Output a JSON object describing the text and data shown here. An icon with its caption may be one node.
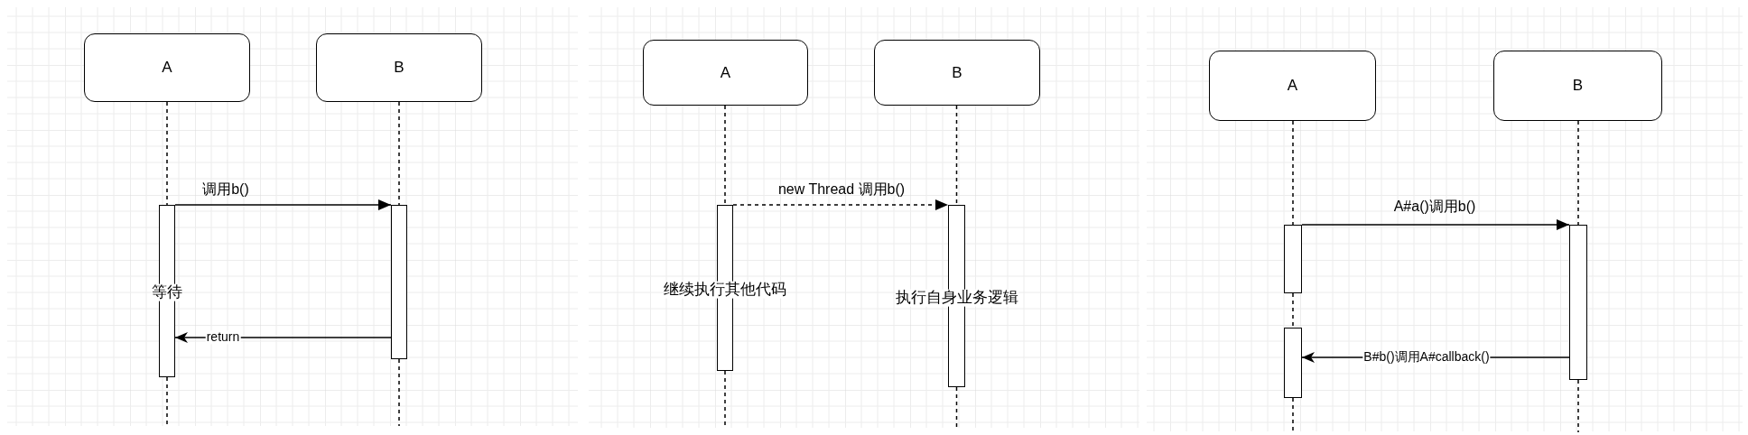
{
  "diagram": {
    "nodes": [
      {
        "text": [
          "A"
        ]
      },
      {
        "text": [
          "B"
        ]
      },
      {
        "text": [
          "等待"
        ]
      },
      {
        "text": [],
        "shape": "bar"
      },
      {
        "text": [
          "A"
        ]
      },
      {
        "text": [
          "B"
        ]
      },
      {
        "text": [
          "继续执行其他代码"
        ]
      },
      {
        "text": [
          "执行自身业务逻辑"
        ]
      },
      {
        "text": [
          "A"
        ]
      },
      {
        "text": [
          "B"
        ]
      },
      {
        "text": [],
        "shape": "bar"
      },
      {
        "text": [],
        "shape": "bar"
      },
      {
        "text": [],
        "shape": "bar"
      }
    ],
    "edges": [
      {
        "from": 0,
        "to": 2,
        "arrow": "none",
        "style": "dashed"
      },
      {
        "from": 1,
        "to": 3,
        "arrow": "none",
        "style": "dashed"
      },
      {
        "from": 2,
        "to": 3,
        "arrow": "to",
        "label": "调用b()"
      },
      {
        "from": 3,
        "to": 2,
        "arrow": "to",
        "label": "return"
      },
      {
        "from": 4,
        "to": 6,
        "arrow": "none",
        "style": "dashed"
      },
      {
        "from": 5,
        "to": 7,
        "arrow": "none",
        "style": "dashed"
      },
      {
        "from": 6,
        "to": 7,
        "arrow": "to",
        "label": "new Thread 调用b()",
        "style": "dashed"
      },
      {
        "from": 8,
        "to": 10,
        "arrow": "none",
        "style": "dashed"
      },
      {
        "from": 9,
        "to": 11,
        "arrow": "none",
        "style": "dashed"
      },
      {
        "from": 10,
        "to": 12,
        "arrow": "none",
        "style": "dashed"
      },
      {
        "from": 10,
        "to": 11,
        "arrow": "to",
        "label": "A#a()调用b()"
      },
      {
        "from": 11,
        "to": 12,
        "arrow": "to",
        "label": "B#b()调用A#callback()"
      }
    ]
  }
}
